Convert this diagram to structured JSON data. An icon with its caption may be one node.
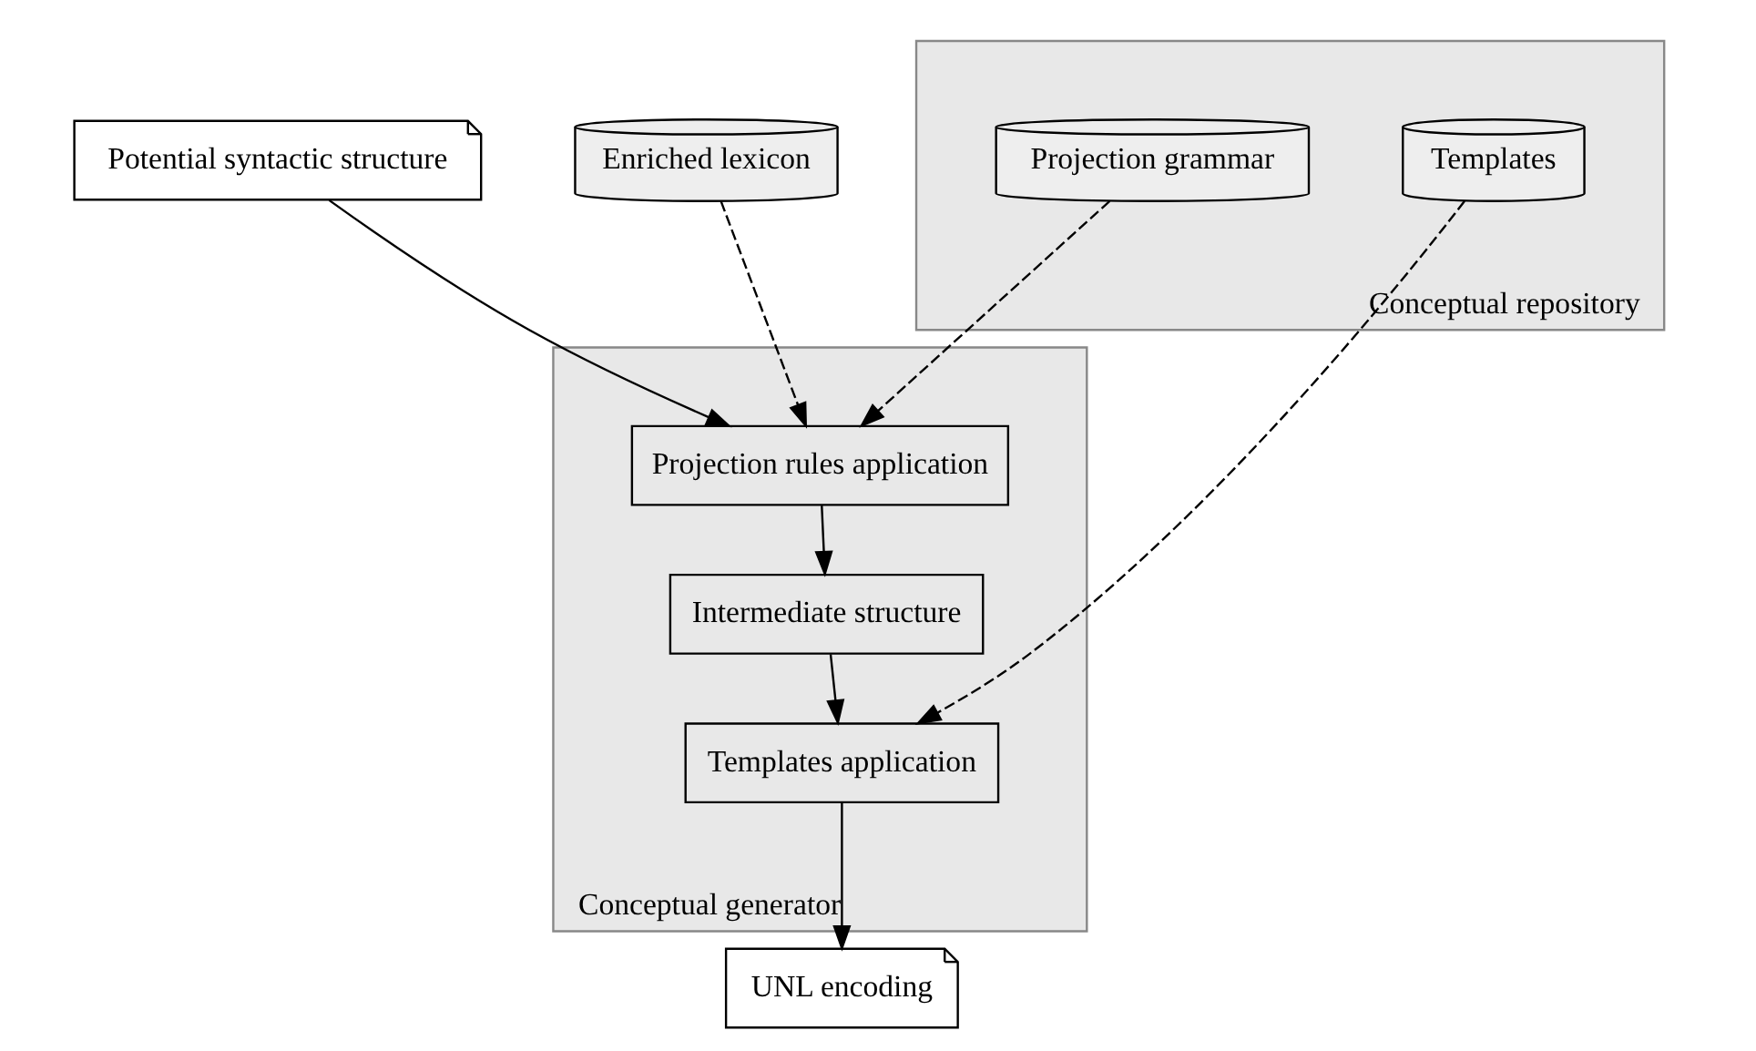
{
  "diagram": {
    "nodes": [
      {
        "text": [
          "Potential syntactic structure"
        ]
      },
      {
        "text": [
          "Conceptual generator"
        ]
      },
      {
        "text": [
          "Projection rules application"
        ],
        "in": 1
      },
      {
        "text": [
          "Intermediate structure"
        ],
        "in": 1
      },
      {
        "text": [
          "Templates application"
        ],
        "in": 1
      },
      {
        "text": [
          "Enriched lexicon"
        ]
      },
      {
        "text": [
          "Conceptual repository"
        ]
      },
      {
        "text": [
          "Projection grammar"
        ],
        "in": 6
      },
      {
        "text": [
          "Templates"
        ],
        "in": 6
      },
      {
        "text": [
          "UNL encoding"
        ]
      }
    ],
    "edges": [
      {
        "from": 0,
        "to": 2,
        "arrow": "to"
      },
      {
        "from": 5,
        "to": 2,
        "arrow": "to",
        "style": "dashed"
      },
      {
        "from": 7,
        "to": 2,
        "arrow": "to",
        "style": "dashed"
      },
      {
        "from": 2,
        "to": 3,
        "arrow": "to"
      },
      {
        "from": 3,
        "to": 4,
        "arrow": "to"
      },
      {
        "from": 8,
        "to": 4,
        "arrow": "to",
        "style": "dashed"
      },
      {
        "from": 4,
        "to": 9,
        "arrow": "to"
      }
    ]
  }
}
